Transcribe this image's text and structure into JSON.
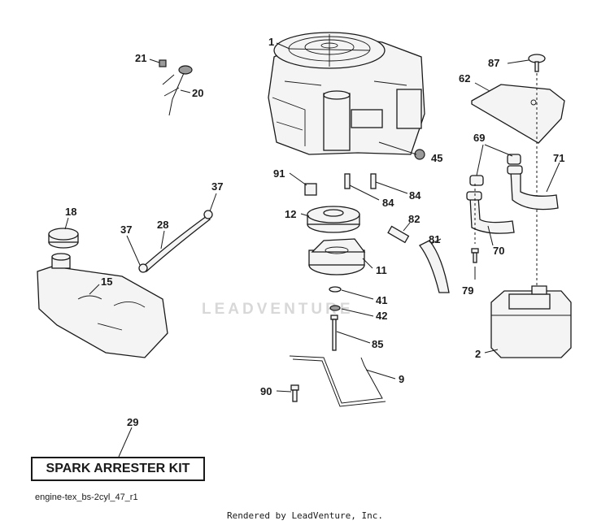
{
  "diagram": {
    "callouts": {
      "c1": "1",
      "c2": "2",
      "c9": "9",
      "c11": "11",
      "c12": "12",
      "c15": "15",
      "c18": "18",
      "c20": "20",
      "c21": "21",
      "c28": "28",
      "c29": "29",
      "c37a": "37",
      "c37b": "37",
      "c41": "41",
      "c42": "42",
      "c45": "45",
      "c62": "62",
      "c69": "69",
      "c70": "70",
      "c71": "71",
      "c79": "79",
      "c81": "81",
      "c82": "82",
      "c84a": "84",
      "c84b": "84",
      "c85": "85",
      "c87": "87",
      "c90": "90",
      "c91": "91"
    },
    "kit_label": "SPARK ARRESTER KIT",
    "file_reference": "engine-tex_bs-2cyl_47_r1",
    "credit": "Rendered by LeadVenture, Inc.",
    "watermark": "LEADVENTURE"
  }
}
